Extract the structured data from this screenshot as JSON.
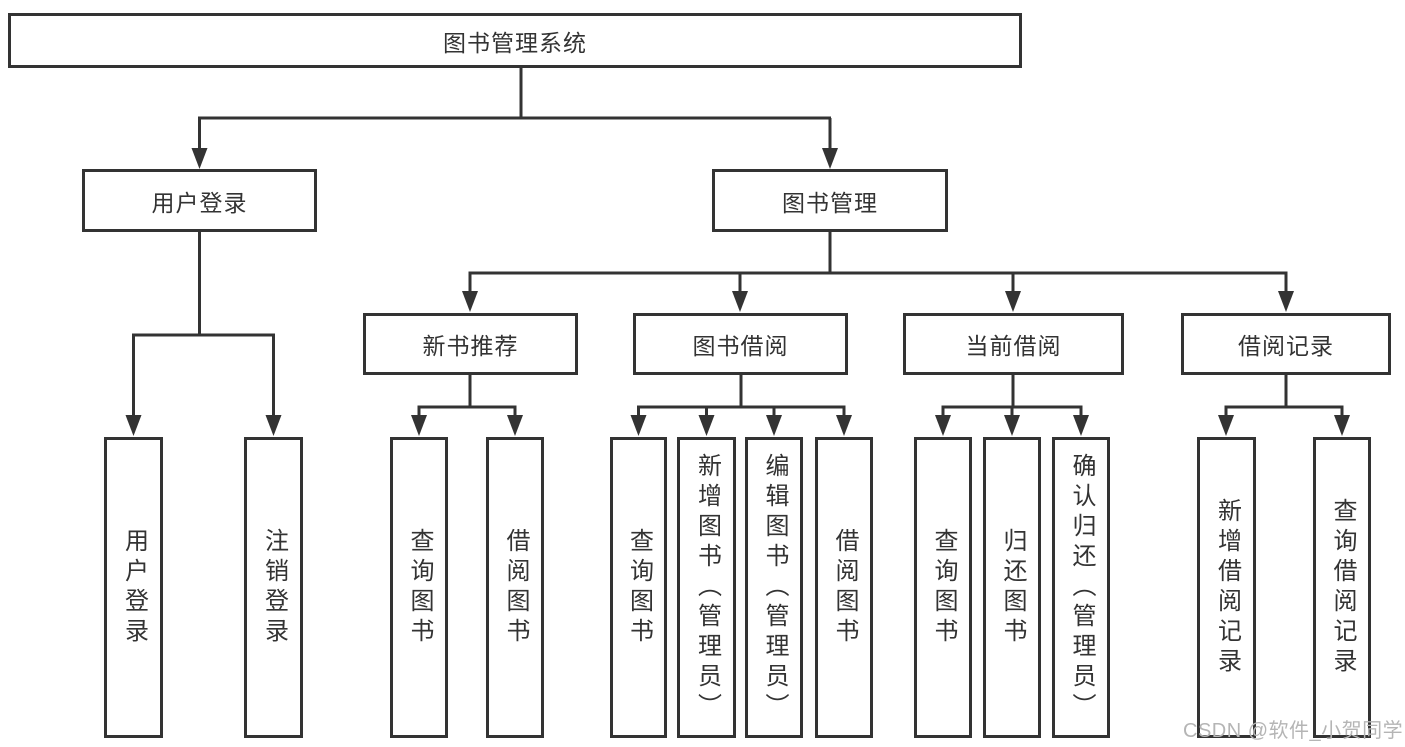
{
  "diagram": {
    "root": {
      "label": "图书管理系统"
    },
    "level2": {
      "user_login": {
        "label": "用户登录"
      },
      "book_management": {
        "label": "图书管理"
      }
    },
    "level3": {
      "new_book_recommend": {
        "label": "新书推荐"
      },
      "book_borrow": {
        "label": "图书借阅"
      },
      "current_borrow": {
        "label": "当前借阅"
      },
      "borrow_records": {
        "label": "借阅记录"
      }
    },
    "leaves": {
      "user_login": {
        "label": "用户登录"
      },
      "logout": {
        "label": "注销登录"
      },
      "nb_query_books": {
        "label": "查询图书"
      },
      "nb_borrow_books": {
        "label": "借阅图书"
      },
      "bb_query_books": {
        "label": "查询图书"
      },
      "bb_add_books": {
        "label": "新增图书（管理员）"
      },
      "bb_edit_books": {
        "label": "编辑图书（管理员）"
      },
      "bb_borrow_books": {
        "label": "借阅图书"
      },
      "cb_query_books": {
        "label": "查询图书"
      },
      "cb_return_books": {
        "label": "归还图书"
      },
      "cb_confirm_return": {
        "label": "确认归还（管理员）"
      },
      "br_add_record": {
        "label": "新增借阅记录"
      },
      "br_query_record": {
        "label": "查询借阅记录"
      }
    }
  },
  "watermark": "CSDN @软件_小贺同学",
  "colors": {
    "line": "#333333",
    "text": "#333333",
    "background": "#ffffff",
    "watermark": "#b5b5b5"
  }
}
